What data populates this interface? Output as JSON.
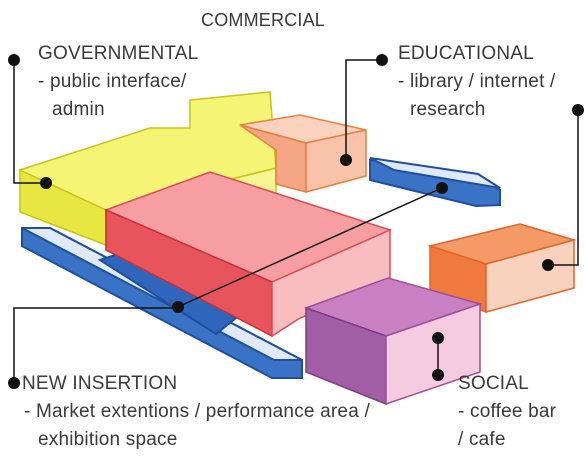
{
  "title": "COMMERCIAL",
  "labels": {
    "governmental": {
      "heading": "GOVERNMENTAL",
      "line1": "- public interface/",
      "line2": "admin"
    },
    "educational": {
      "heading": "EDUCATIONAL",
      "line1": "- library / internet /",
      "line2": "research"
    },
    "new_insertion": {
      "heading": "NEW INSERTION",
      "line1": "- Market extentions / performance area /",
      "line2": "exhibition space"
    },
    "social": {
      "heading": "SOCIAL",
      "line1": "- coffee bar",
      "line2": "/ cafe"
    }
  },
  "colors": {
    "governmental": "#f4f25a",
    "educational": "#f4a583",
    "new_insertion": "#f48a8e",
    "social": "#c880c2",
    "commercial": "#f49a66",
    "circulation": "#3a72c6",
    "leader": "#111111"
  }
}
